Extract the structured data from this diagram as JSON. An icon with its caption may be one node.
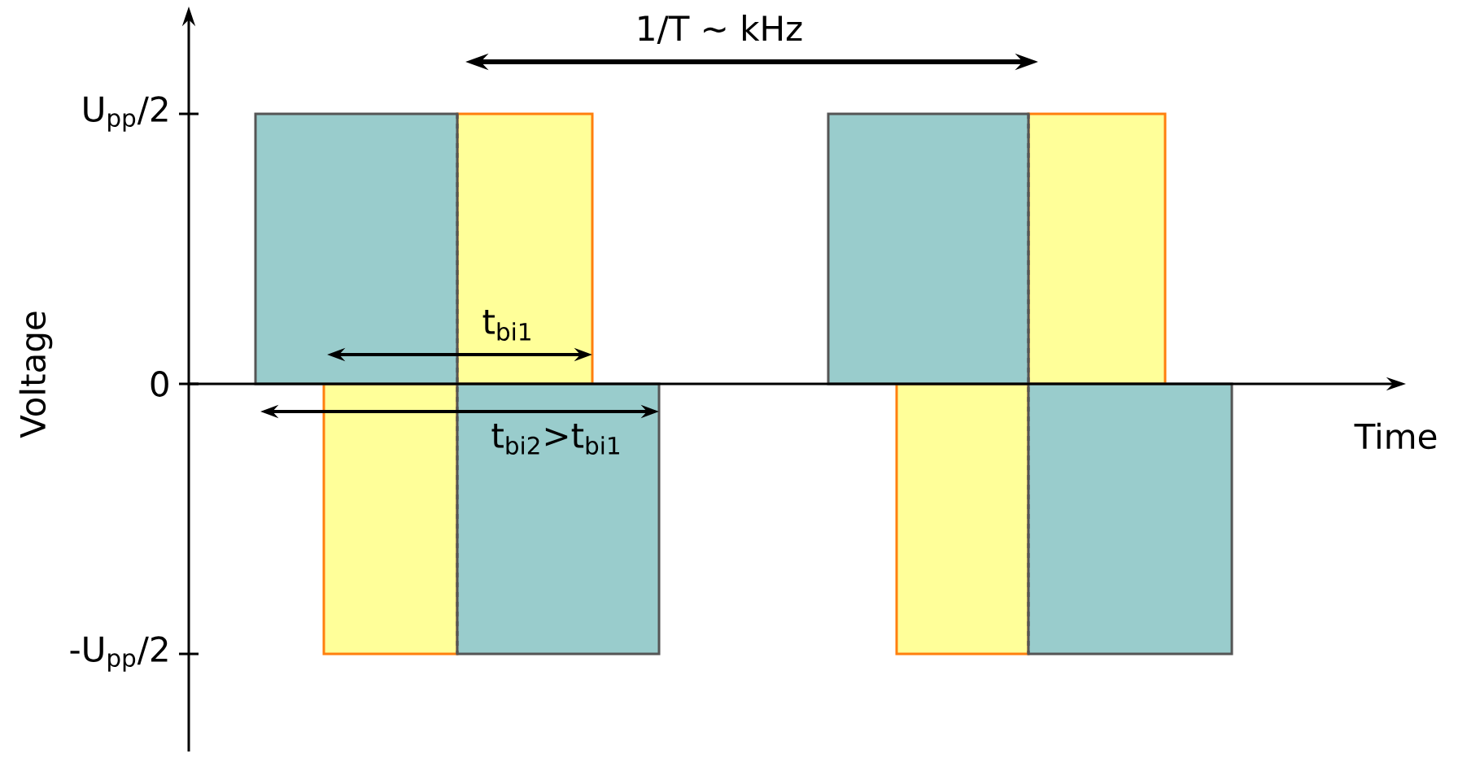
{
  "diagram": {
    "labels": [
      "1/T ~ kHz",
      "U$_{pp}$/2",
      "t$_{bi1}$",
      "0",
      "Voltage",
      "t$_{bi2}$>t$_{bi1}$",
      "Time",
      "-U$_{pp}$/2"
    ]
  }
}
